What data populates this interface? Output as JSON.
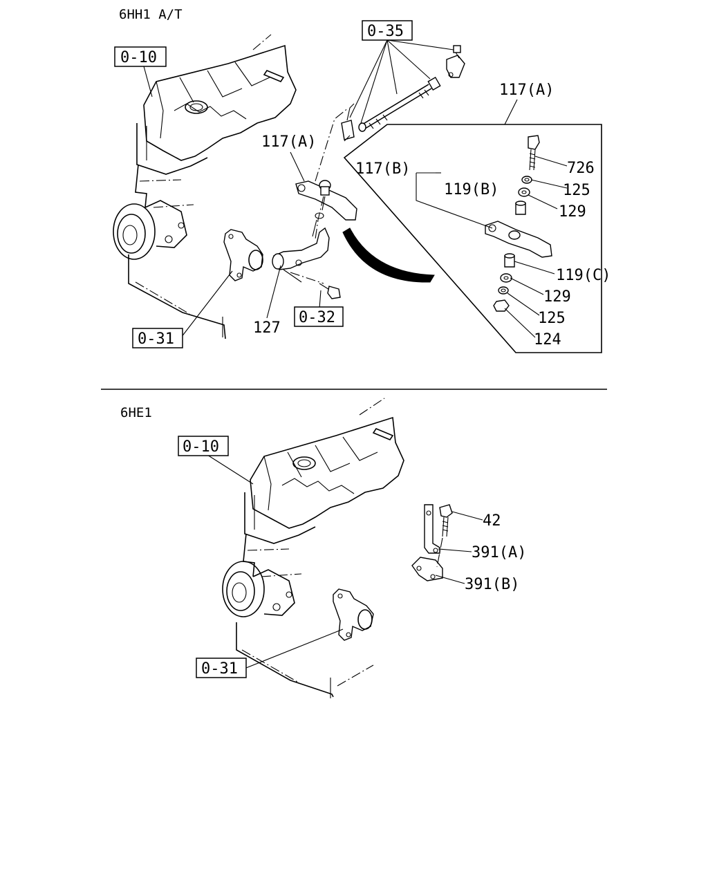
{
  "sections": {
    "top_title": "6HH1 A/T",
    "bottom_title": "6HE1"
  },
  "refs": {
    "r010_top": "0-10",
    "r035": "0-35",
    "r031_top": "0-31",
    "r032": "0-32",
    "r010_bot": "0-10",
    "r031_bot": "0-31"
  },
  "parts": {
    "p117a_main": "117(A)",
    "p117a_detail": "117(A)",
    "p117b": "117(B)",
    "p119b": "119(B)",
    "p119c": "119(C)",
    "p726": "726",
    "p125_a": "125",
    "p129_a": "129",
    "p129_b": "129",
    "p125_b": "125",
    "p124": "124",
    "p127": "127",
    "p42": "42",
    "p391a": "391(A)",
    "p391b": "391(B)"
  }
}
